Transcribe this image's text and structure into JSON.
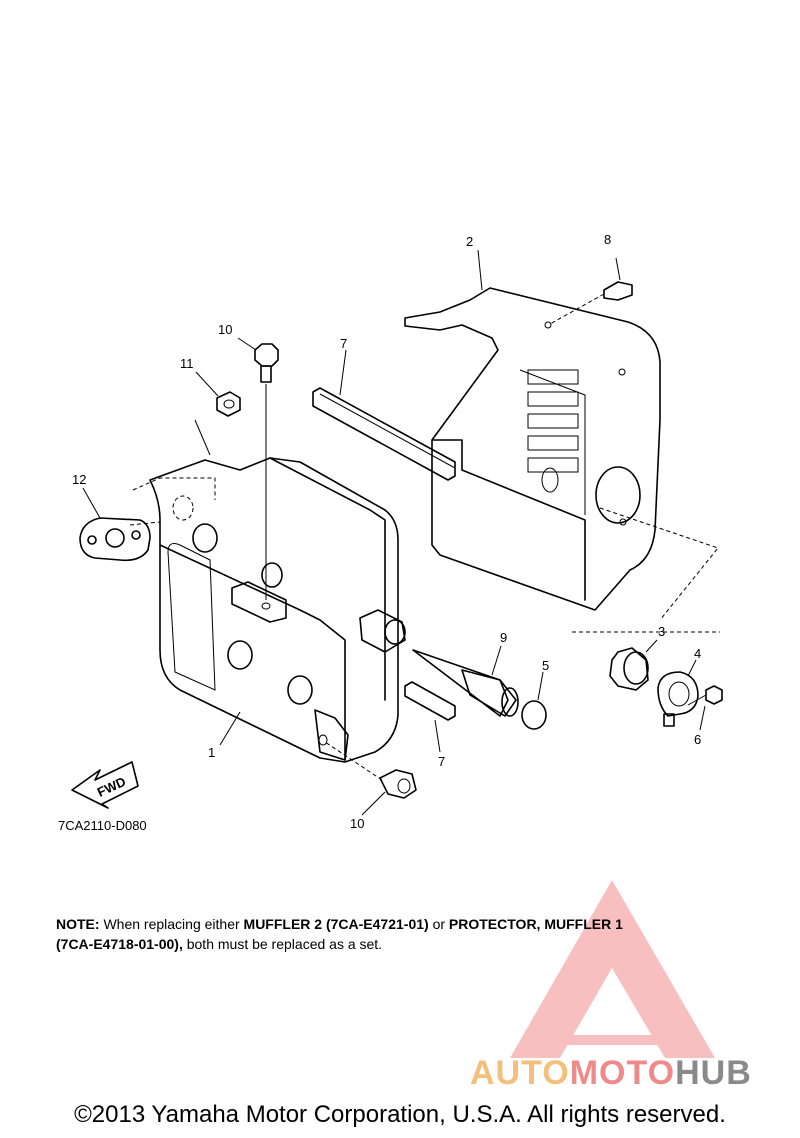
{
  "diagram": {
    "callouts": {
      "c1": "1",
      "c2": "2",
      "c3": "3",
      "c4": "4",
      "c5": "5",
      "c6": "6",
      "c7a": "7",
      "c7b": "7",
      "c8": "8",
      "c9": "9",
      "c10a": "10",
      "c10b": "10",
      "c11": "11",
      "c12": "12"
    },
    "fwd_label": "FWD",
    "drawing_code": "7CA2110-D080"
  },
  "note": {
    "prefix": "NOTE:",
    "text1": " When replacing either ",
    "part1": "MUFFLER 2 (7CA-E4721-01)",
    "text2": " or ",
    "part2a": "PROTECTOR, MUFFLER 1",
    "part2b": "(7CA-E4718-01-00),",
    "text3": " both must be replaced as a set."
  },
  "watermark": {
    "brand_part1": "AUTO",
    "brand_part2": "MOTO",
    "brand_part3": "HUB",
    "colors": {
      "triangle": "#f28b8b",
      "auto": "#f4bf7a",
      "moto": "#f08a8a",
      "hub": "#8a8a8a"
    }
  },
  "footer": {
    "copyright": "©2013 Yamaha Motor Corporation, U.S.A. All rights reserved."
  }
}
